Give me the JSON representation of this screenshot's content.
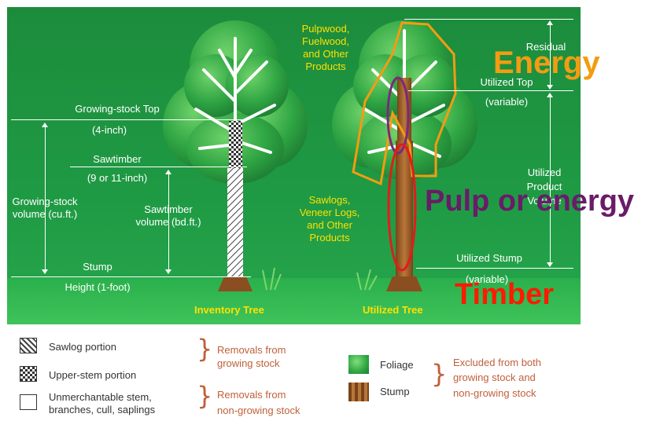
{
  "colors": {
    "panel": "#1f9a44",
    "foliage": "#3cb043",
    "trunk": "#a0622d",
    "energy": "#f39c12",
    "pulp": "#6a1b6a",
    "timber": "#ff1a00",
    "legend_note": "#c0603a"
  },
  "left_tree": {
    "growing_stock_top": "Growing-stock Top",
    "growing_stock_top_sub": "(4-inch)",
    "sawtimber": "Sawtimber",
    "sawtimber_sub": "(9 or 11-inch)",
    "growing_stock_volume_1": "Growing-stock",
    "growing_stock_volume_2": "volume (cu.ft.)",
    "sawtimber_volume_1": "Sawtimber",
    "sawtimber_volume_2": "volume (bd.ft.)",
    "stump": "Stump",
    "stump_height": "Height (1-foot)",
    "caption": "Inventory Tree"
  },
  "right_tree": {
    "pulpwood_1": "Pulpwood,",
    "pulpwood_2": "Fuelwood,",
    "pulpwood_3": "and Other",
    "pulpwood_4": "Products",
    "sawlogs_1": "Sawlogs,",
    "sawlogs_2": "Veneer Logs,",
    "sawlogs_3": "and Other",
    "sawlogs_4": "Products",
    "residual": "Residual",
    "utilized_top": "Utilized Top",
    "utilized_top_sub": "(variable)",
    "utilized_product_1": "Utilized",
    "utilized_product_2": "Product",
    "utilized_product_3": "Volume",
    "utilized_stump": "Utilized Stump",
    "utilized_stump_sub": "(variable)",
    "caption": "Utilized Tree"
  },
  "overlays": {
    "energy": "Energy",
    "pulp_or_energy": "Pulp or energy",
    "timber": "Timber"
  },
  "legend": {
    "sawlog": "Sawlog portion",
    "upper_stem": "Upper-stem portion",
    "unmerch_1": "Unmerchantable stem,",
    "unmerch_2": "branches, cull, saplings",
    "removals_gs_1": "Removals from",
    "removals_gs_2": "growing stock",
    "removals_ngs_1": "Removals from",
    "removals_ngs_2": "non-growing stock",
    "foliage": "Foliage",
    "stump": "Stump",
    "excluded_1": "Excluded from both",
    "excluded_2": "growing stock and",
    "excluded_3": "non-growing stock"
  }
}
